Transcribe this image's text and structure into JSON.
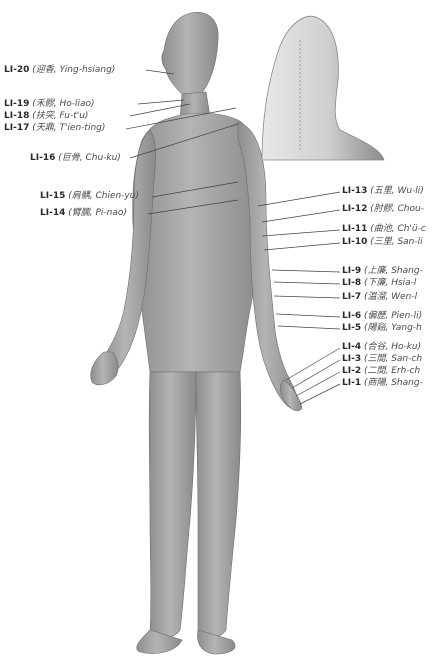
{
  "diagram": {
    "points_left": [
      {
        "code": "LI-20",
        "text": "(迎香, Ying-hsiang)"
      },
      {
        "code": "LI-19",
        "text": "(禾髎, Ho-liao)"
      },
      {
        "code": "LI-18",
        "text": "(扶突, Fu-t'u)"
      },
      {
        "code": "LI-17",
        "text": "(天鼎, T'ien-ting)"
      },
      {
        "code": "LI-16",
        "text": "(巨骨, Chu-ku)"
      },
      {
        "code": "LI-15",
        "text": "(肩髃, Chien-yu)"
      },
      {
        "code": "LI-14",
        "text": "(臂臑, Pi-nao)"
      }
    ],
    "points_right": [
      {
        "code": "LI-13",
        "text": "(五里, Wu-li)"
      },
      {
        "code": "LI-12",
        "text": "(肘髎, Chou-"
      },
      {
        "code": "LI-11",
        "text": "(曲池, Ch'ü-c"
      },
      {
        "code": "LI-10",
        "text": "(三里, San-li"
      },
      {
        "code": "LI-9",
        "text": "(上廉, Shang-"
      },
      {
        "code": "LI-8",
        "text": "(下廉, Hsia-l"
      },
      {
        "code": "LI-7",
        "text": "(温溜, Wen-l"
      },
      {
        "code": "LI-6",
        "text": "(偏歷, Pien-li)"
      },
      {
        "code": "LI-5",
        "text": "(陽谿, Yang-h"
      },
      {
        "code": "LI-4",
        "text": "(合谷, Ho-ku)"
      },
      {
        "code": "LI-3",
        "text": "(三間, San-ch"
      },
      {
        "code": "LI-2",
        "text": "(二間, Erh-ch"
      },
      {
        "code": "LI-1",
        "text": "(商陽, Shang-"
      }
    ]
  }
}
